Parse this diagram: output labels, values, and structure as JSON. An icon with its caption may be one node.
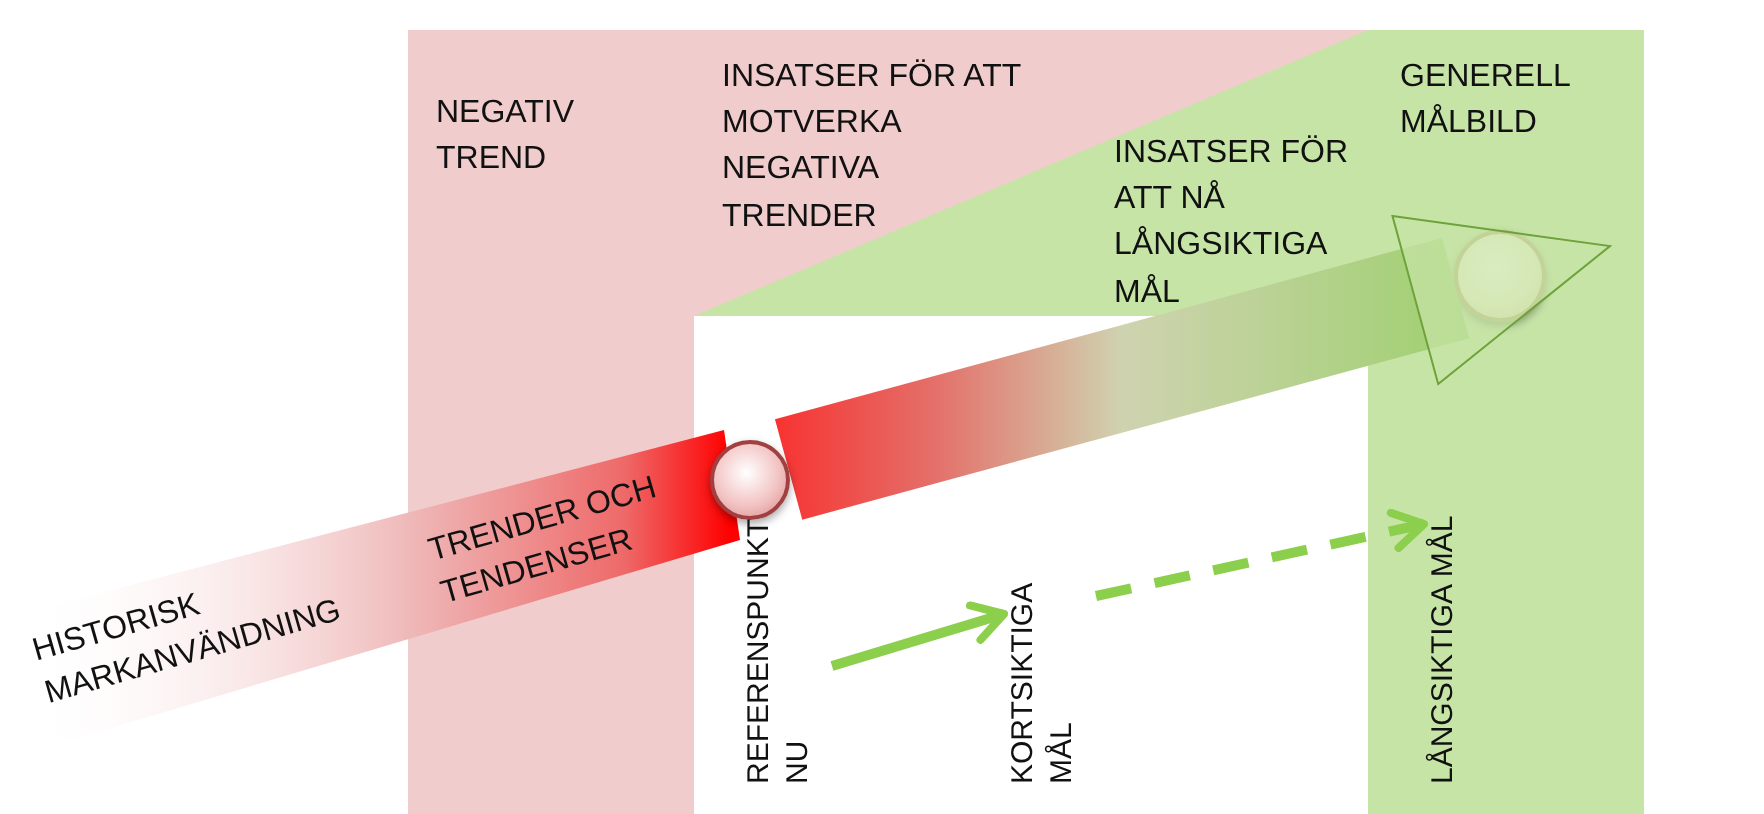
{
  "diagram": {
    "nodes": [
      {
        "text": [
          "NEGATIV TREND"
        ]
      },
      {
        "text": [
          "INSATSER FÖR ATT MOTVERKA NEGATIVA TRENDER"
        ]
      },
      {
        "text": [
          "INSATSER FÖR ATT NÅ LÅNGSIKTIGA MÅL"
        ],
        "in": 1
      },
      {
        "text": [
          "GENERELL MÅLBILD"
        ]
      },
      {
        "text": [],
        "shape": "circle",
        "in": 3
      },
      {
        "text": [
          "LÅNGSIKTIGA MÅL"
        ],
        "in": 3
      },
      {
        "text": [],
        "shape": "circle"
      },
      {
        "text": [
          "REFERENSPUNKT NU"
        ]
      },
      {
        "text": [
          "KORTSIKTIGA MÅL"
        ]
      }
    ],
    "edges": [
      {
        "from": 6,
        "to": 4,
        "arrow": "to",
        "style": "thick"
      },
      {
        "from": 7,
        "to": 8,
        "arrow": "to"
      },
      {
        "from": 8,
        "to": 5,
        "arrow": "to",
        "style": "dashed"
      }
    ],
    "labels": [
      "HISTORISK MARKANVÄNDNING",
      "TRENDER OCH TENDENSER"
    ]
  }
}
